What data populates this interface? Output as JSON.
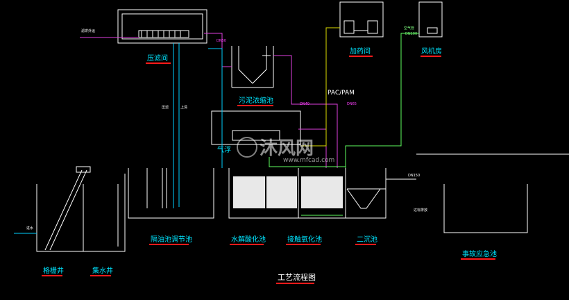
{
  "diagram": {
    "title": "工艺流程图",
    "units": {
      "press_filter_room": "压滤间",
      "dosing_room": "加药间",
      "blower_room": "风机房",
      "sludge_thickener": "污泥浓缩池",
      "air_flotation": "气浮",
      "grease_trap": "隔油池调节池",
      "hydrolysis_tank": "水解酸化池",
      "contact_oxidation": "接触氧化池",
      "secondary_clarifier": "二沉池",
      "grid_well": "格栅井",
      "collection_well": "集水井",
      "emergency_tank": "事故应急池"
    },
    "chemicals": "PAC/PAM",
    "small_labels": {
      "mud_out": "滤饼外运",
      "dn50": "DN50",
      "dn40": "DN40",
      "dn100": "DN100",
      "air_pipe": "空气管",
      "dn65": "DN65",
      "sewage_in": "进水",
      "discharge": "达标排放",
      "left_a": "压滤",
      "left_b": "上清",
      "dn150": "DN150"
    },
    "watermark": {
      "brand": "沐风网",
      "url": "www.mfcad.com"
    }
  },
  "colors": {
    "background": "#000000",
    "label": "#00e5ff",
    "underline": "#ff1a1a",
    "outline": "#ffffff",
    "sludge_line": "#e040e0",
    "water_line": "#00d0ff",
    "dosing_line": "#e0e000",
    "air_line": "#60ff60"
  }
}
